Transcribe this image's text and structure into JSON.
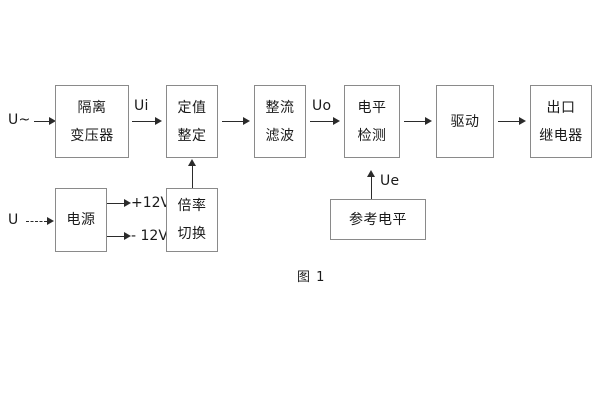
{
  "figure": {
    "caption": "图 1",
    "background_color": "#ffffff",
    "box_border_color": "#8a8a8a",
    "line_color": "#2b2b2b",
    "text_color": "#1a1a1a"
  },
  "signal_chain": {
    "input_label": "U~",
    "blocks": [
      {
        "id": "isolation-transformer",
        "lines": [
          "隔离",
          "变压器"
        ]
      },
      {
        "id": "setpoint-setting",
        "lines": [
          "定值",
          "整定"
        ]
      },
      {
        "id": "rectify-filter",
        "lines": [
          "整流",
          "滤波"
        ]
      },
      {
        "id": "level-detection",
        "lines": [
          "电平",
          "检测"
        ]
      },
      {
        "id": "driver",
        "lines": [
          "驱动"
        ]
      },
      {
        "id": "output-relay",
        "lines": [
          "出口",
          "继电器"
        ]
      }
    ],
    "inter_labels": {
      "ui": "Ui",
      "uo": "Uo"
    }
  },
  "power_section": {
    "input_label": "U",
    "supply_block": {
      "id": "power-supply",
      "lines": [
        "电源"
      ]
    },
    "outputs": [
      {
        "id": "rail-positive",
        "label": "+12V"
      },
      {
        "id": "rail-negative",
        "label": "- 12V"
      }
    ]
  },
  "multiplier_section": {
    "block": {
      "id": "multiplier-switch",
      "lines": [
        "倍率",
        "切换"
      ]
    }
  },
  "reference_section": {
    "block": {
      "id": "reference-level",
      "lines": [
        "参考电平"
      ]
    },
    "arrow_label": "Ue"
  }
}
